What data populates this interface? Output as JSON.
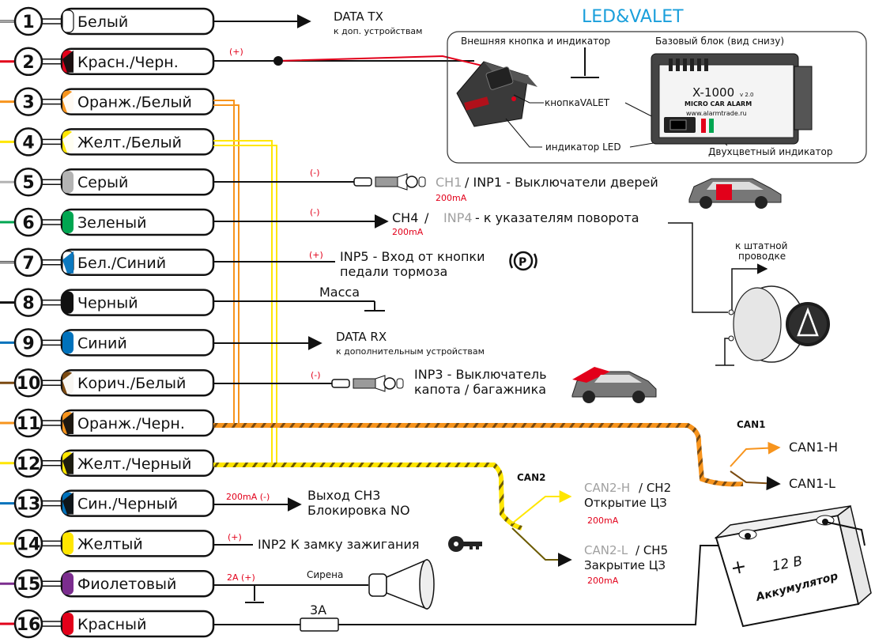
{
  "pins": [
    {
      "num": "1",
      "label": "Белый",
      "color": "#ffffff",
      "stripe": null
    },
    {
      "num": "2",
      "label": "Красн./Черн.",
      "color": "#e2001a",
      "stripe": "#111111"
    },
    {
      "num": "3",
      "label": "Оранж./Белый",
      "color": "#f7941d",
      "stripe": "#ffffff"
    },
    {
      "num": "4",
      "label": "Желт./Белый",
      "color": "#ffe600",
      "stripe": "#ffffff"
    },
    {
      "num": "5",
      "label": "Серый",
      "color": "#b3b3b3",
      "stripe": null
    },
    {
      "num": "6",
      "label": "Зеленый",
      "color": "#00a651",
      "stripe": null
    },
    {
      "num": "7",
      "label": "Бел./Синий",
      "color": "#ffffff",
      "stripe": "#0072bc"
    },
    {
      "num": "8",
      "label": "Черный",
      "color": "#111111",
      "stripe": null
    },
    {
      "num": "9",
      "label": "Синий",
      "color": "#0072bc",
      "stripe": null
    },
    {
      "num": "10",
      "label": "Корич./Белый",
      "color": "#7b4a12",
      "stripe": "#ffffff"
    },
    {
      "num": "11",
      "label": "Оранж./Черн.",
      "color": "#f7941d",
      "stripe": "#111111"
    },
    {
      "num": "12",
      "label": "Желт./Черный",
      "color": "#ffe600",
      "stripe": "#111111"
    },
    {
      "num": "13",
      "label": "Син./Черный",
      "color": "#0072bc",
      "stripe": "#111111"
    },
    {
      "num": "14",
      "label": "Желтый",
      "color": "#ffe600",
      "stripe": null
    },
    {
      "num": "15",
      "label": "Фиолетовый",
      "color": "#7b2d8e",
      "stripe": null
    },
    {
      "num": "16",
      "label": "Красный",
      "color": "#e2001a",
      "stripe": null
    }
  ],
  "led_valet": {
    "title": "LED&VALET",
    "ext_button": "Внешняя кнопка и индикатор",
    "base_unit": "Базовый блок (вид снизу)",
    "valet_button": "кнопкаVALET",
    "led_indicator": "индикатор LED",
    "bicolor": "Двухцветный индикатор",
    "device_model": "X-1000",
    "device_version": "v 2.0",
    "device_name": "MICRO CAR ALARM",
    "device_site": "www.alarmtrade.ru"
  },
  "conn": {
    "data_tx": "DATA TX",
    "data_tx_sub": "к доп. устройствам",
    "plus1": "(+)",
    "minus5": "(-)",
    "ch1": "CH1",
    "inp1": " / INP1 - Выключатели дверей",
    "ma5": "200mA",
    "minus6": "(-)",
    "ch4": "CH4",
    "slash6": " / ",
    "inp4": "INP4",
    "turn": " - к указателям поворота",
    "ma6": "200mA",
    "plus7": "(+)",
    "inp5_1": "INP5 - Вход от кнопки",
    "inp5_2": "педали тормоза",
    "brake_sym": "P",
    "mass": "Масса",
    "data_rx": "DATA RX",
    "data_rx_sub": "к дополнительным устройствам",
    "minus10": "(-)",
    "inp3_1": "INP3 - Выключатель",
    "inp3_2": "капота / багажника",
    "to_wiring_1": "к штатной",
    "to_wiring_2": "проводке",
    "can1": "CAN1",
    "can1h": "CAN1-H",
    "can1l": "CAN1-L",
    "can2": "CAN2",
    "can2h": "CAN2-H",
    "ch2": " / CH2",
    "lock_open": "Открытие ЦЗ",
    "ma_ch2": "200mA",
    "can2l": "CAN2-L",
    "ch5": " / CH5",
    "lock_close": "Закрытие ЦЗ",
    "ma_ch5": "200mA",
    "out13_cur": "200mA (-)",
    "ch3_1": "Выход CH3",
    "ch3_2": "Блокировка NO",
    "plus14": "(+)",
    "inp2": "INP2  К замку зажигания",
    "cur15": "2A (+)",
    "siren": "Сирена",
    "fuse": "3А",
    "battery_v": "12 B",
    "battery_name": "Аккумулятор",
    "battery_plus": "+"
  },
  "colors": {
    "accent_blue": "#1a9fdb",
    "red_text": "#e2001a",
    "grey_text": "#a0a0a0",
    "wire_orange": "#f7941d",
    "wire_yellow": "#ffe600"
  }
}
